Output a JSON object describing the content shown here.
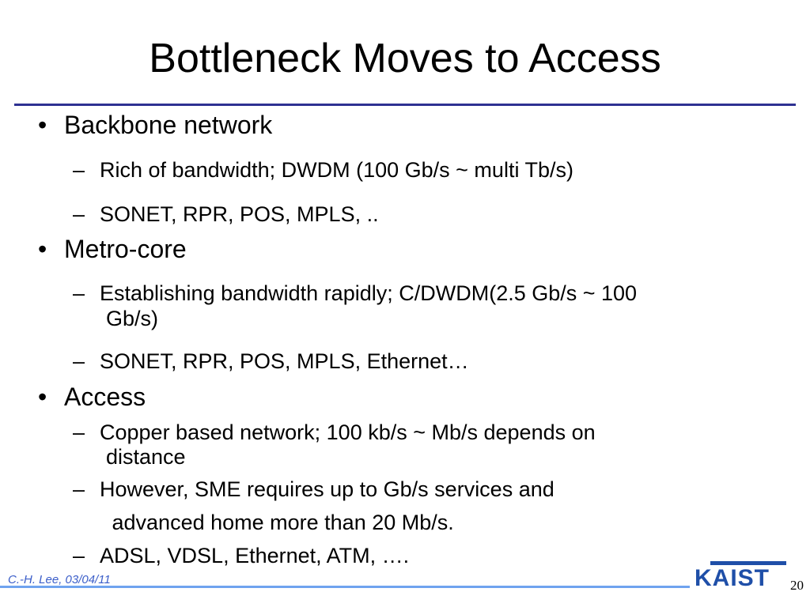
{
  "slide": {
    "title": "Bottleneck Moves to Access",
    "bullet_marker": "•",
    "sub_marker": "–",
    "sections": [
      {
        "label": "Backbone network",
        "items": [
          [
            "Rich of bandwidth; DWDM (100 Gb/s ~ multi Tb/s)"
          ],
          [
            "SONET, RPR, POS, MPLS, .."
          ]
        ]
      },
      {
        "label": "Metro-core",
        "items": [
          [
            "Establishing bandwidth rapidly; C/DWDM(2.5 Gb/s ~ 100",
            "Gb/s)"
          ],
          [
            "SONET, RPR, POS, MPLS, Ethernet…"
          ]
        ]
      },
      {
        "label": "Access",
        "items": [
          [
            "Copper based network; 100 kb/s ~ Mb/s depends on",
            "distance"
          ],
          [
            "However, SME requires up to Gb/s services and",
            " advanced home more than 20 Mb/s."
          ],
          [
            "ADSL, VDSL, Ethernet, ATM, …."
          ]
        ]
      }
    ]
  },
  "footer": {
    "author_date": "C.-H. Lee, 03/04/11",
    "logo_text": "KAIST",
    "page_number": "20"
  },
  "colors": {
    "title_rule": "#2e3192",
    "footer_rule": "#6fa3ef",
    "footer_text": "#3b5ec9",
    "logo": "#1f4fa8"
  }
}
